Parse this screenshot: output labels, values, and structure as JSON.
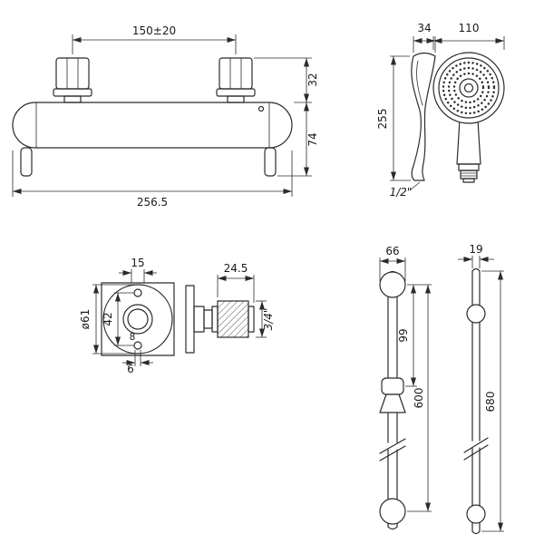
{
  "drawing": {
    "mixer": {
      "handle_centres": "150±20",
      "handle_height": "32",
      "body_drop": "74",
      "overall_width": "256.5"
    },
    "handset": {
      "head_depth": "34",
      "head_diameter": "110",
      "length": "255",
      "thread": "1/2\""
    },
    "valve": {
      "top_slot": "15",
      "projection": "24.5",
      "body_diameter": "ø61",
      "fixing_centres": "42",
      "bottom_slot": "6",
      "bottom_hole": "8",
      "thread": "3/4\""
    },
    "rail_a": {
      "bracket_width": "66",
      "holder_offset": "99",
      "fixing_centres": "600"
    },
    "rail_b": {
      "tube_width": "19",
      "overall_length": "680"
    }
  }
}
